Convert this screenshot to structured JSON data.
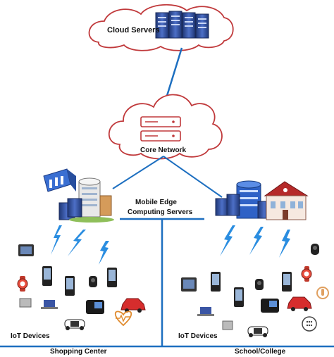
{
  "nodes": {
    "cloud_servers": "Cloud Servers",
    "core_network": "Core Network",
    "mec_servers_line1": "Mobile Edge",
    "mec_servers_line2": "Computing Servers"
  },
  "regions": {
    "left": {
      "devices_label": "IoT Devices",
      "site_label": "Shopping Center"
    },
    "right": {
      "devices_label": "IoT Devices",
      "site_label": "School/College"
    }
  },
  "colors": {
    "link_blue": "#1d6fc0",
    "cloud_outline": "#c0393b",
    "server_blue": "#3a55a4",
    "wireless_blue": "#2a8de0"
  }
}
